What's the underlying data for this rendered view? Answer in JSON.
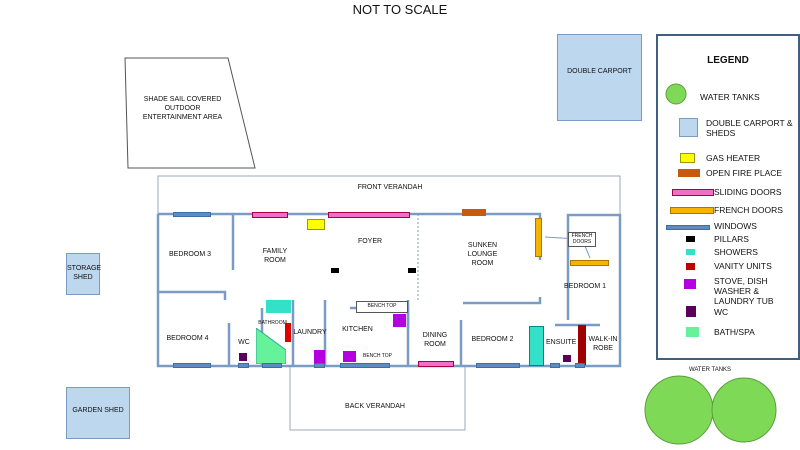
{
  "title": "NOT TO SCALE",
  "outbuildings": {
    "carport": "DOUBLE CARPORT",
    "storage": "STORAGE SHED",
    "garden": "GARDEN SHED",
    "shade": "SHADE SAIL COVERED OUTDOOR ENTERTAINMENT AREA",
    "water_tanks": "WATER TANKS"
  },
  "rooms": {
    "front_verandah": "FRONT VERANDAH",
    "bedroom3": "BEDROOM 3",
    "family": "FAMILY ROOM",
    "foyer": "FOYER",
    "sunken": "SUNKEN LOUNGE ROOM",
    "french_doors": "FRENCH DOORS",
    "bedroom1": "BEDROOM 1",
    "bedroom4": "BEDROOM 4",
    "wc": "WC",
    "bathroom": "BATHROOM",
    "laundry": "LAUNDRY",
    "kitchen": "KITCHEN",
    "bench_top1": "BENCH TOP",
    "bench_top2": "BENCH TOP",
    "dining": "DINING ROOM",
    "bedroom2": "BEDROOM 2",
    "ensuite": "ENSUITE",
    "walkin": "WALK-IN ROBE",
    "back_verandah": "BACK VERANDAH"
  },
  "legend": {
    "title": "LEGEND",
    "items": [
      {
        "label": "WATER TANKS",
        "color": "#7ed957"
      },
      {
        "label": "DOUBLE CARPORT & SHEDS",
        "color": "#bdd7ee"
      },
      {
        "label": "GAS HEATER",
        "color": "#ffff00"
      },
      {
        "label": "OPEN FIRE PLACE",
        "color": "#c55a11"
      },
      {
        "label": "SLIDING DOORS",
        "color": "#f06fc9"
      },
      {
        "label": "FRENCH DOORS",
        "color": "#f4b400"
      },
      {
        "label": "WINDOWS",
        "color": "#5b8cc4"
      },
      {
        "label": "PILLARS",
        "color": "#000000"
      },
      {
        "label": "SHOWERS",
        "color": "#33e0c8"
      },
      {
        "label": "VANITY UNITS",
        "color": "#c00000"
      },
      {
        "label": "STOVE, DISH WASHER & LAUNDRY TUB",
        "color": "#b400e0"
      },
      {
        "label": "WC",
        "color": "#5a005a"
      },
      {
        "label": "BATH/SPA",
        "color": "#66f29a"
      }
    ]
  }
}
